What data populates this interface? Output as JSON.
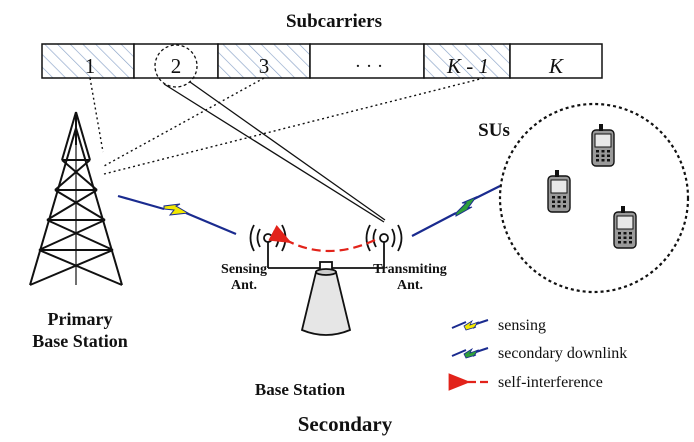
{
  "title": "Subcarriers",
  "subcarriers": [
    {
      "label": "1",
      "state": "occupied"
    },
    {
      "label": "2",
      "state": "free-selected"
    },
    {
      "label": "3",
      "state": "occupied"
    },
    {
      "label": "· · ·",
      "state": "ellipsis"
    },
    {
      "label": "K - 1",
      "state": "occupied"
    },
    {
      "label": "K",
      "state": "free"
    }
  ],
  "primary_bs_label": [
    "Primary",
    "Base Station"
  ],
  "sus_label": "SUs",
  "sensing_ant_label": [
    "Sensing",
    "Ant."
  ],
  "transmitting_ant_label": [
    "Transmiting",
    "Ant."
  ],
  "base_station_label": "Base Station",
  "secondary_label": "Secondary",
  "legend": [
    {
      "label": "sensing",
      "color": "#f2e800"
    },
    {
      "label": "secondary downlink",
      "color": "#2e9e3a"
    },
    {
      "label": "self-interference",
      "color": "#e2231a"
    }
  ],
  "colors": {
    "ink": "#111111",
    "hatch": "#8aa3c8",
    "bolt_outline": "#1a2b8f"
  }
}
